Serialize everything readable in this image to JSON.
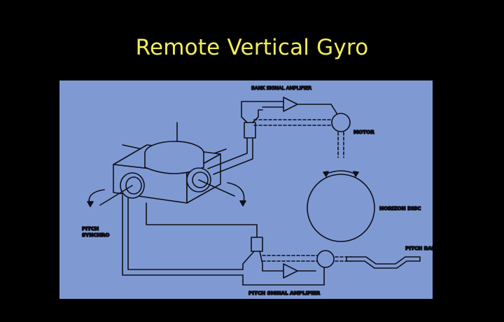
{
  "slide": {
    "title": "Remote Vertical Gyro"
  },
  "diagram": {
    "labels": {
      "bank_amp": "BANK SIGNAL AMPLIFIER",
      "motor": "MOTOR",
      "horizon_disc": "HORIZON DISC",
      "pitch_bar": "PITCH BAR",
      "pitch_synchro_1": "PITCH",
      "pitch_synchro_2": "SYNCHRO",
      "pitch_amp": "PITCH SIGNAL AMPLIFIER"
    },
    "colors": {
      "background": "#000000",
      "title": "#f2ee5a",
      "panel": "#7f9ad3",
      "ink": "#101018"
    }
  }
}
